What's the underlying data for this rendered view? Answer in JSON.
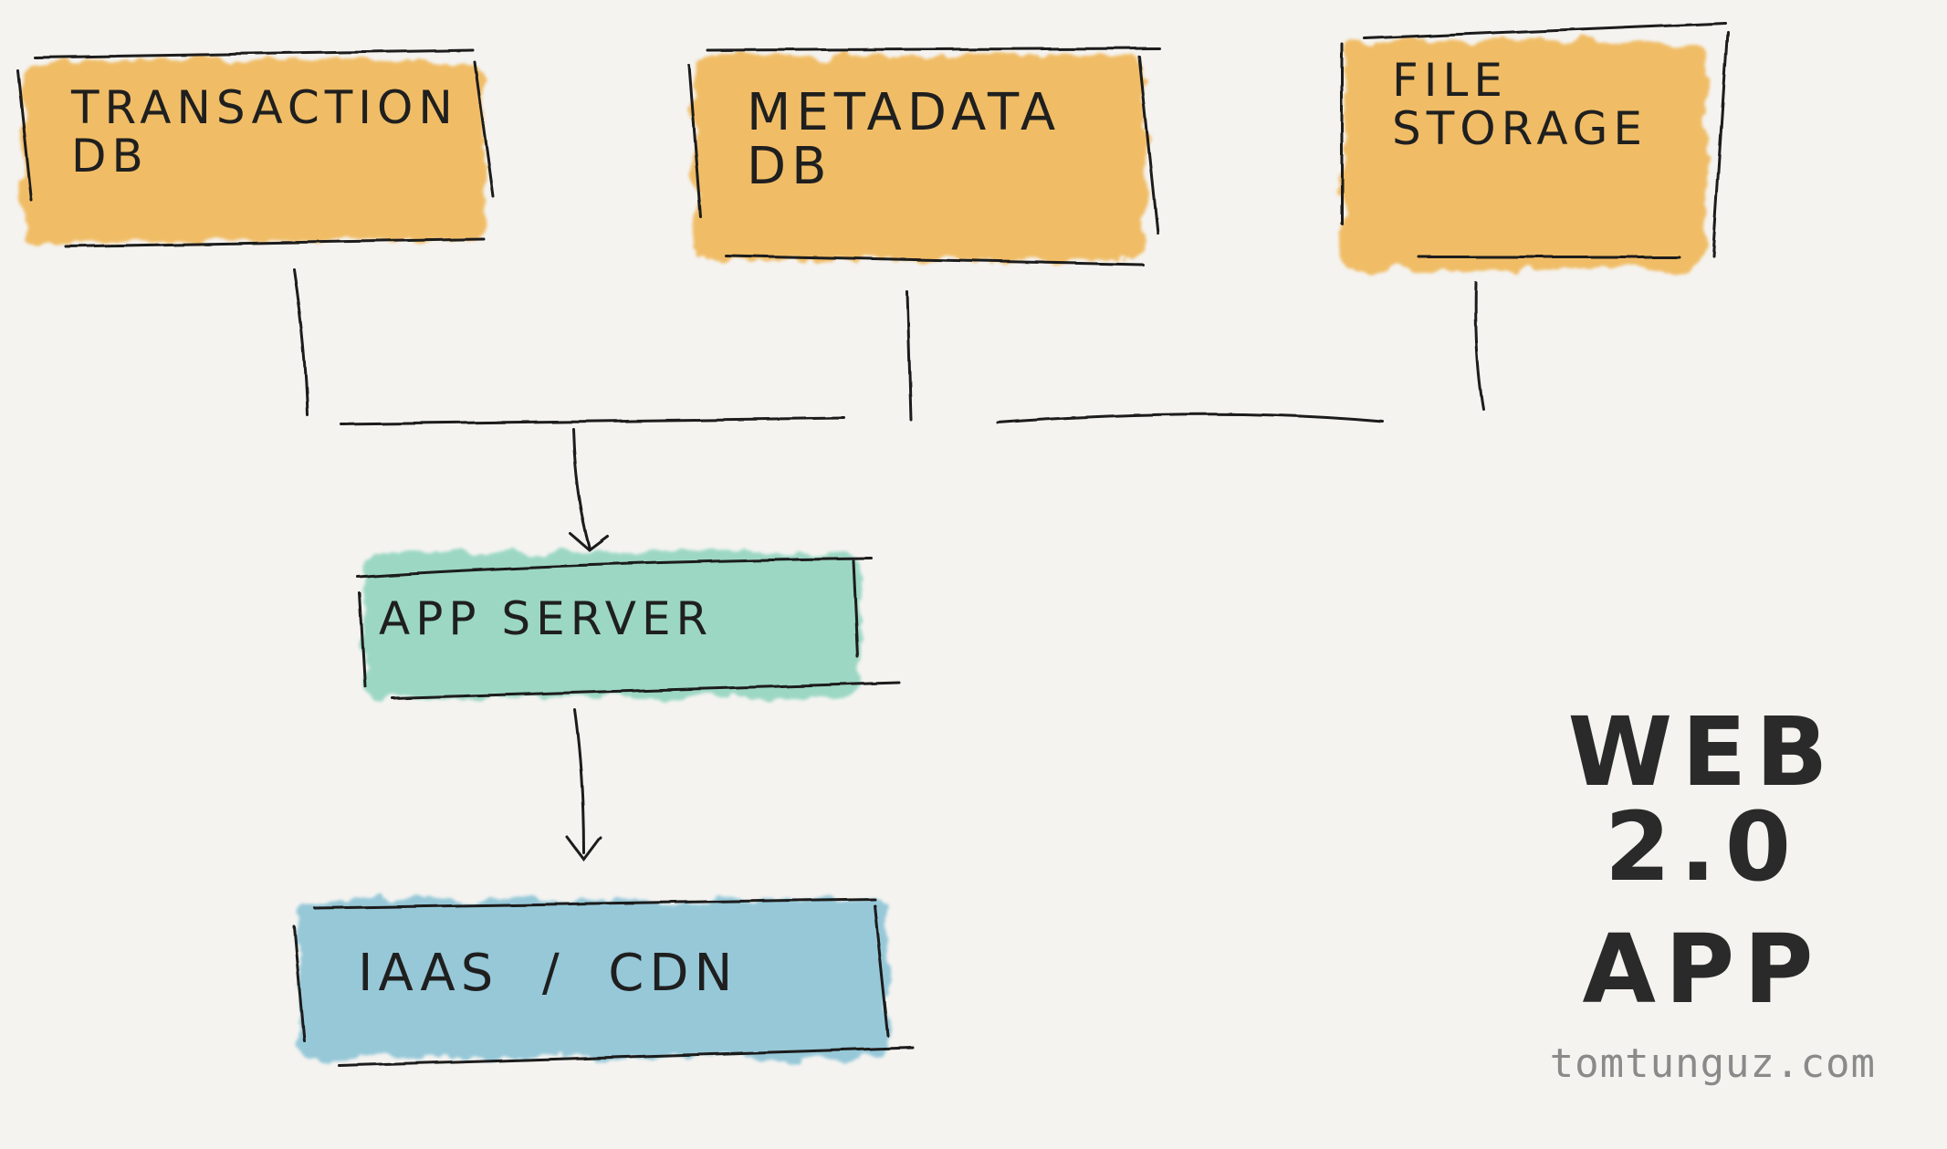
{
  "diagram": {
    "boxes": {
      "transaction_db": {
        "label": "Transaction\nDB",
        "color": "#f0b450"
      },
      "metadata_db": {
        "label": "Metadata\nDB",
        "color": "#f0b450"
      },
      "file_storage": {
        "label": "File\nStorage",
        "color": "#f0b450"
      },
      "app_server": {
        "label": "App Server",
        "color": "#8dd3bd"
      },
      "iaas_cdn": {
        "label": "IaaS  /  CDN",
        "color": "#86c1d4"
      }
    },
    "title": {
      "line1": "WEB 2.0",
      "line2": "APP"
    },
    "watermark": "tomtunguz.com"
  }
}
